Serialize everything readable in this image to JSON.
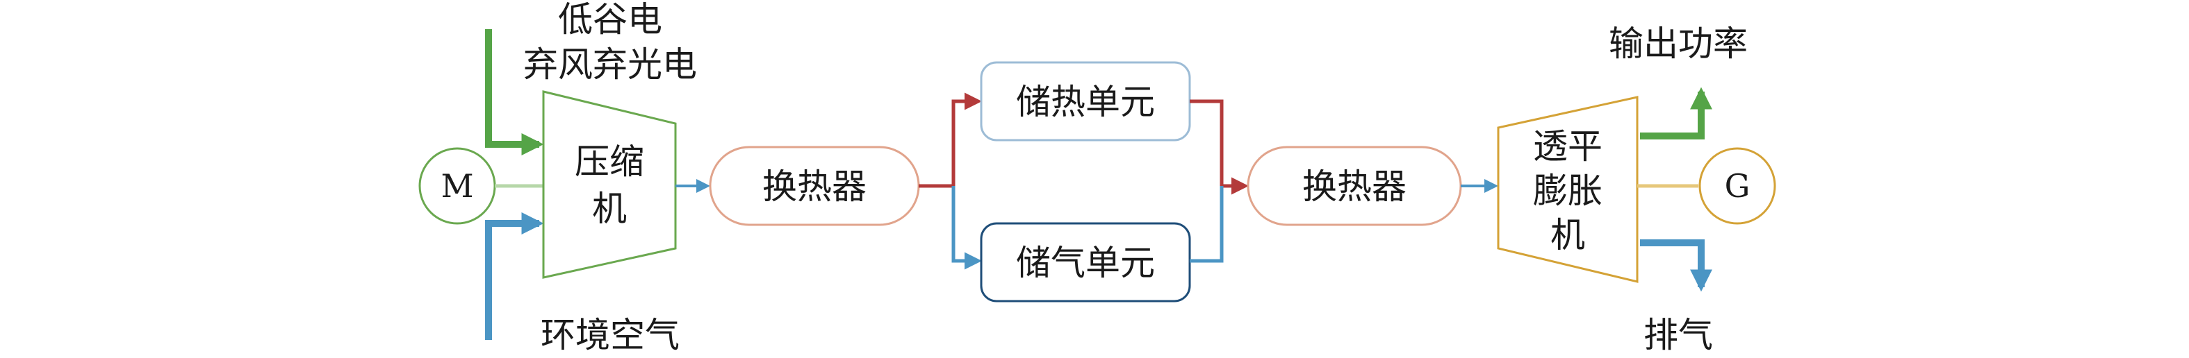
{
  "colors": {
    "green": "#55a447",
    "blue": "#4b95c4",
    "red": "#b33a3a",
    "motor": "#6aa84f",
    "compressor": "#6aa84f",
    "exchanger": "#e1a48c",
    "storage_heat": "#9dbcd6",
    "storage_gas": "#1f4e79",
    "turbine": "#d4a236",
    "generator": "#d4a236",
    "shaft_left": "#b6d7a8",
    "shaft_right": "#e6c77a"
  },
  "diagram": {
    "input_electricity": [
      "低谷电",
      "弃风弃光电"
    ],
    "input_air": "环境空气",
    "motor": "M",
    "compressor": [
      "压缩",
      "机"
    ],
    "exchanger_1": "换热器",
    "storage_heat": "储热单元",
    "storage_gas": "储气单元",
    "exchanger_2": "换热器",
    "turbine": [
      "透平",
      "膨胀",
      "机"
    ],
    "generator": "G",
    "output_power": "输出功率",
    "exhaust": "排气"
  }
}
